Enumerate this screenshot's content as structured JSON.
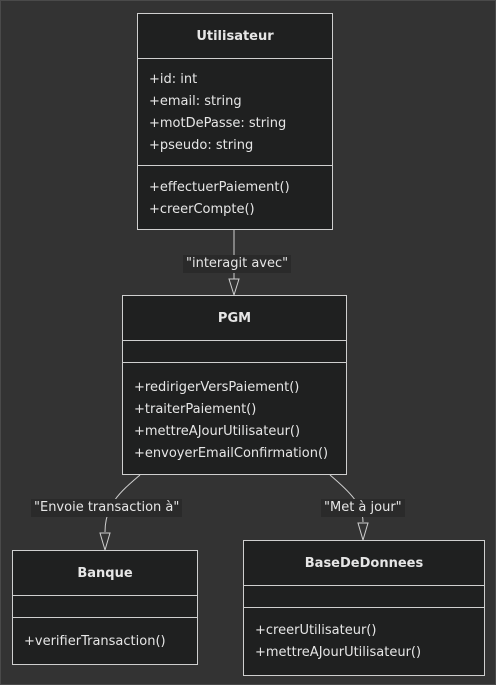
{
  "classes": {
    "utilisateur": {
      "name": "Utilisateur",
      "attributes": [
        "+id: int",
        "+email: string",
        "+motDePasse: string",
        "+pseudo: string"
      ],
      "methods": [
        "+effectuerPaiement()",
        "+creerCompte()"
      ]
    },
    "pgm": {
      "name": "PGM",
      "attributes": [],
      "methods": [
        "+redirigerVersPaiement()",
        "+traiterPaiement()",
        "+mettreAJourUtilisateur()",
        "+envoyerEmailConfirmation()"
      ]
    },
    "banque": {
      "name": "Banque",
      "attributes": [],
      "methods": [
        "+verifierTransaction()"
      ]
    },
    "basededonnees": {
      "name": "BaseDeDonnees",
      "attributes": [],
      "methods": [
        "+creerUtilisateur()",
        "+mettreAJourUtilisateur()"
      ]
    }
  },
  "relations": [
    {
      "from": "Utilisateur",
      "to": "PGM",
      "label": "\"interagit avec\""
    },
    {
      "from": "PGM",
      "to": "Banque",
      "label": "\"Envoie transaction à\""
    },
    {
      "from": "PGM",
      "to": "BaseDeDonnees",
      "label": "\"Met à jour\""
    }
  ],
  "colors": {
    "background": "#333333",
    "node_fill": "#1f2020",
    "node_border": "#cfcfcf",
    "text": "#e6e6e6",
    "edge": "#cfcfcf"
  }
}
